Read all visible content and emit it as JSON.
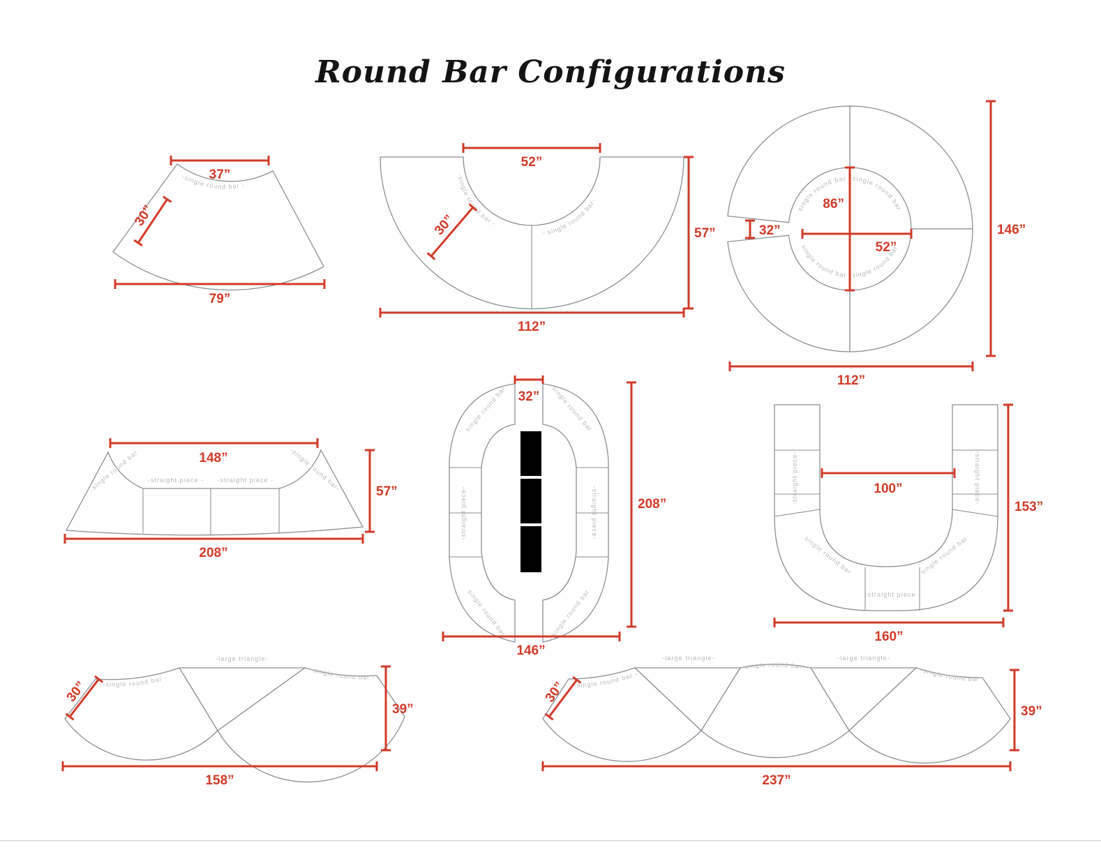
{
  "title": "Round Bar Configurations",
  "colors": {
    "dimension_red": "#d23a28",
    "outline_gray": "#8a8f94",
    "label_gray": "#b4b7b9"
  },
  "c1": {
    "piece_label": "-single round bar -",
    "dim_top": "37”",
    "dim_depth": "30”",
    "dim_bottom": "79”"
  },
  "c2": {
    "piece_label_left": "-single round bar -",
    "piece_label_right": "- single round bar-",
    "dim_top": "52”",
    "dim_depth": "30”",
    "dim_right": "57”",
    "dim_bottom": "112”"
  },
  "c3": {
    "piece_labels": [
      "single round bar",
      "single round bar",
      "single round bar",
      "single round bar"
    ],
    "dim_inner_height": "86”",
    "dim_gap": "32”",
    "dim_inner_width": "52”",
    "dim_height": "146”",
    "dim_width": "112”"
  },
  "c4": {
    "label_left": "-single round bar",
    "label_straight1": "-straight piece -",
    "label_straight2": "-straight piece -",
    "label_right": "-single round bar-",
    "dim_top": "148”",
    "dim_right": "57”",
    "dim_bottom": "208”"
  },
  "c5": {
    "labels": {
      "top_left": "single round bar",
      "top_right": "single round bar",
      "side_left": "-straight piece-",
      "side_right": "-straight piece-",
      "bottom_left": "single round bar",
      "bottom_right": "single round bar"
    },
    "dim_gap": "32”",
    "dim_right": "208”",
    "dim_bottom": "146”"
  },
  "c6": {
    "labels": {
      "col_left": "-straight piece-",
      "col_right": "-straight piece-",
      "corner_left": "single round bar",
      "corner_right": "single round bar",
      "bottom": "-straight piece -"
    },
    "dim_inner": "100”",
    "dim_right": "153”",
    "dim_bottom": "160”"
  },
  "c7": {
    "label_fan_left": "-single round bar -",
    "label_triangle": "-large triangle-",
    "label_fan_right": "-single round bar -",
    "dim_depth": "30”",
    "dim_right": "39”",
    "dim_bottom": "158”"
  },
  "c8": {
    "label_fan1": "-single round bar -",
    "label_triangle1": "-large triangle-",
    "label_fan2": "-single round bar-",
    "label_triangle2": "-large triangle-",
    "label_fan3": "-single round bar -",
    "dim_depth": "30”",
    "dim_right": "39”",
    "dim_bottom": "237”"
  }
}
